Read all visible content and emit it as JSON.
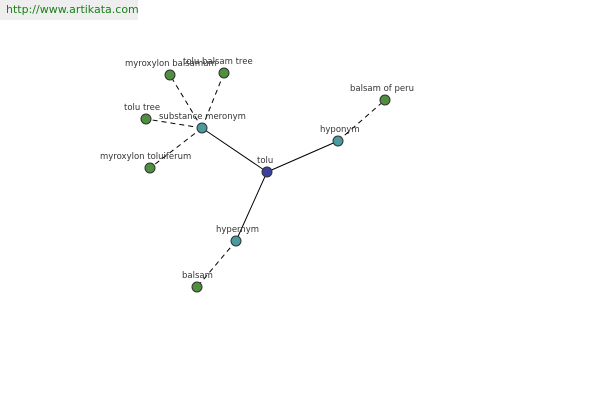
{
  "header": {
    "url": "http://www.artikata.com"
  },
  "graph": {
    "colors": {
      "center": "#3b3fa0",
      "relation": "#4a9aa0",
      "term": "#4f8f3f"
    },
    "nodes": [
      {
        "id": "tolu",
        "label": "tolu",
        "kind": "center"
      },
      {
        "id": "substance-meronym",
        "label": "substance meronym",
        "kind": "relation"
      },
      {
        "id": "hyponym",
        "label": "hyponym",
        "kind": "relation"
      },
      {
        "id": "hypernym",
        "label": "hypernym",
        "kind": "relation"
      },
      {
        "id": "myroxylon-balsamum",
        "label": "myroxylon balsamum",
        "kind": "term"
      },
      {
        "id": "tolu-balsam-tree",
        "label": "tolu balsam tree",
        "kind": "term"
      },
      {
        "id": "tolu-tree",
        "label": "tolu tree",
        "kind": "term"
      },
      {
        "id": "myroxylon-toluiferum",
        "label": "myroxylon toluiferum",
        "kind": "term"
      },
      {
        "id": "balsam-of-peru",
        "label": "balsam of peru",
        "kind": "term"
      },
      {
        "id": "balsam",
        "label": "balsam",
        "kind": "term"
      }
    ],
    "edges": [
      {
        "from": "tolu",
        "to": "substance-meronym",
        "style": "solid"
      },
      {
        "from": "tolu",
        "to": "hyponym",
        "style": "solid"
      },
      {
        "from": "tolu",
        "to": "hypernym",
        "style": "solid"
      },
      {
        "from": "substance-meronym",
        "to": "myroxylon-balsamum",
        "style": "dashed"
      },
      {
        "from": "substance-meronym",
        "to": "tolu-balsam-tree",
        "style": "dashed"
      },
      {
        "from": "substance-meronym",
        "to": "tolu-tree",
        "style": "dashed"
      },
      {
        "from": "substance-meronym",
        "to": "myroxylon-toluiferum",
        "style": "dashed"
      },
      {
        "from": "hyponym",
        "to": "balsam-of-peru",
        "style": "dashed"
      },
      {
        "from": "hypernym",
        "to": "balsam",
        "style": "dashed"
      }
    ]
  }
}
